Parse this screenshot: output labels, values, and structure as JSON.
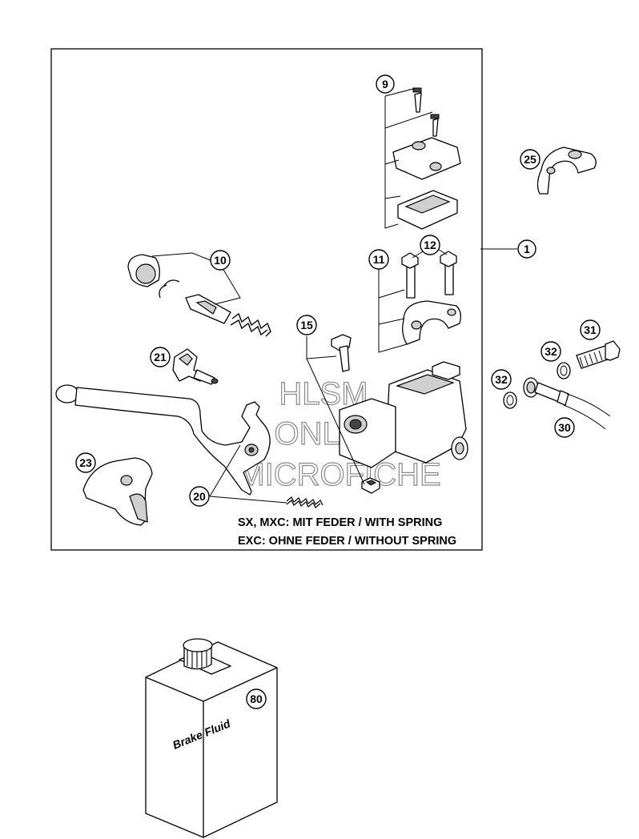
{
  "notes": {
    "line1": "SX, MXC: MIT FEDER / WITH SPRING",
    "line2": "EXC: OHNE FEDER / WITHOUT SPRING"
  },
  "watermark": {
    "line1": "HLSM",
    "line2": "ONLINE",
    "line3": "MICROFICHE"
  },
  "bottle_label": "Brake Fluid",
  "callouts": {
    "c1": "1",
    "c9": "9",
    "c10": "10",
    "c11": "11",
    "c12": "12",
    "c15": "15",
    "c20": "20",
    "c21": "21",
    "c23": "23",
    "c25": "25",
    "c30": "30",
    "c31": "31",
    "c32a": "32",
    "c32b": "32",
    "c80": "80"
  }
}
